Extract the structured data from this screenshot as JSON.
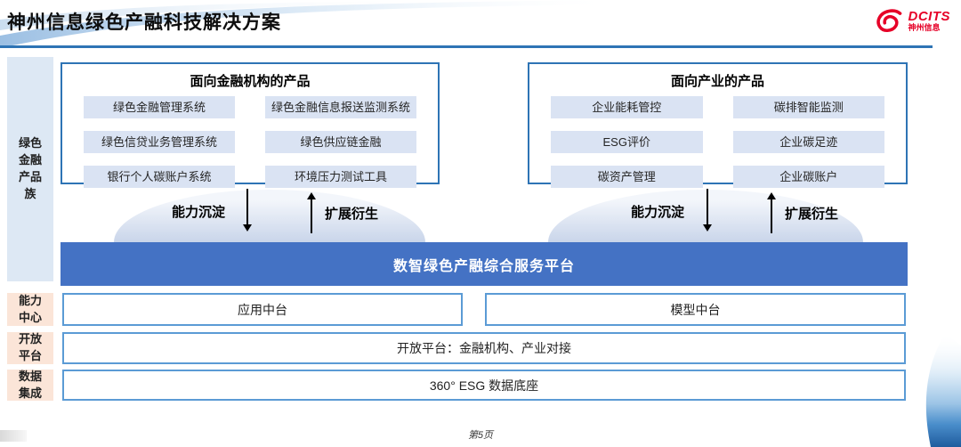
{
  "slide": {
    "title": "神州信息绿色产融科技解决方案",
    "page_number": "第5页"
  },
  "logo": {
    "brand": "DCITS",
    "company": "神州信息",
    "icon": "dcits-swirl-icon",
    "color": "#e60027"
  },
  "sidebar": {
    "family_label": "绿色金融产品族",
    "capability_label": "能力中心",
    "open_label": "开放平台",
    "data_label": "数据集成"
  },
  "panels": [
    {
      "title": "面向金融机构的产品",
      "items": [
        "绿色金融管理系统",
        "绿色金融信息报送监测系统",
        "绿色信贷业务管理系统",
        "绿色供应链金融",
        "银行个人碳账户系统",
        "环境压力测试工具"
      ]
    },
    {
      "title": "面向产业的产品",
      "items": [
        "企业能耗管控",
        "碳排智能监测",
        "ESG评价",
        "企业碳足迹",
        "碳资产管理",
        "企业碳账户"
      ]
    }
  ],
  "flow": {
    "down_label": "能力沉淀",
    "up_label": "扩展衍生"
  },
  "platform": {
    "label": "数智绿色产融综合服务平台"
  },
  "middle_layer": {
    "app": "应用中台",
    "model": "模型中台"
  },
  "open_platform_row": "开放平台：金融机构、产业对接",
  "data_row": "360° ESG 数据底座",
  "colors": {
    "accent_blue": "#2e74b5",
    "bar_blue": "#4472c4",
    "row_border_blue": "#5b9bd5",
    "item_fill": "#dae3f3",
    "sidebar_blue": "#dde8f4",
    "sidebar_peach": "#fbe5d8",
    "logo_red": "#e60027"
  }
}
